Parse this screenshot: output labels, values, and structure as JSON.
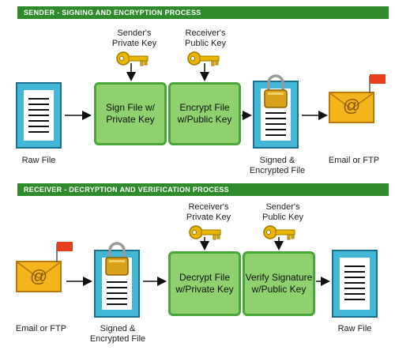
{
  "sender": {
    "banner": "SENDER - SIGNING AND ENCRYPTION PROCESS",
    "key1_label": [
      "Sender's",
      "Private Key"
    ],
    "key2_label": [
      "Receiver's",
      "Public Key"
    ],
    "raw_file_label": "Raw File",
    "sign_step": [
      "Sign File w/",
      "Private Key"
    ],
    "encrypt_step": [
      "Encrypt File",
      "w/Public Key"
    ],
    "signed_label": [
      "Signed &",
      "Encrypted File"
    ],
    "email_label": "Email or FTP"
  },
  "receiver": {
    "banner": "RECEIVER - DECRYPTION AND VERIFICATION PROCESS",
    "key1_label": [
      "Receiver's",
      "Private Key"
    ],
    "key2_label": [
      "Sender's",
      "Public Key"
    ],
    "email_label": "Email or FTP",
    "signed_label": [
      "Signed &",
      "Encrypted File"
    ],
    "decrypt_step": [
      "Decrypt File",
      "w/Private Key"
    ],
    "verify_step": [
      "Verify Signature",
      "w/Public Key"
    ],
    "raw_file_label": "Raw File"
  },
  "icons": [
    "key-icon",
    "padlock-icon",
    "envelope-icon",
    "flag-icon",
    "document-icon",
    "arrow-icon"
  ],
  "colors": {
    "banner": "#2f8a2c",
    "step_fill": "#8fd16f",
    "step_border": "#4aa53b",
    "document": "#43b7d6",
    "envelope": "#f4b41b",
    "key": "#e8b400",
    "flag": "#e8401c"
  }
}
